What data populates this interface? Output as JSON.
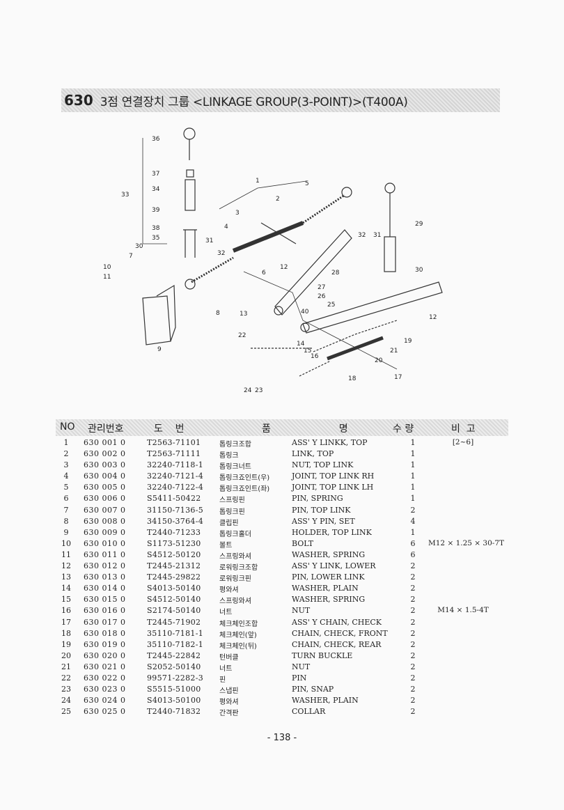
{
  "title": {
    "number": "630",
    "text": "3점 연결장치 그룹 <LINKAGE GROUP(3-POINT)>(T400A)"
  },
  "diagram_labels": [
    "36",
    "37",
    "34",
    "33",
    "39",
    "38",
    "35",
    "30",
    "31",
    "32",
    "7",
    "10",
    "11",
    "9",
    "8",
    "1",
    "2",
    "3",
    "4",
    "5",
    "6",
    "29",
    "32",
    "31",
    "30",
    "12",
    "28",
    "27",
    "26",
    "25",
    "12",
    "13",
    "40",
    "14",
    "15",
    "16",
    "19",
    "21",
    "20",
    "18",
    "17",
    "22",
    "24",
    "23"
  ],
  "table": {
    "headers": {
      "no": "NO",
      "mgmt": "관리번호",
      "drawing": "도    번",
      "name": "품                      명",
      "qty": "수 량",
      "remark": "비  고"
    },
    "rows": [
      {
        "no": "1",
        "mgmt": "630  001  0",
        "drawing": "T2563-71101",
        "kr": "톱링크조합",
        "en": "ASS' Y LINKK, TOP",
        "qty": "1",
        "remark": "[2~6]"
      },
      {
        "no": "2",
        "mgmt": "630  002  0",
        "drawing": "T2563-71111",
        "kr": "톱링크",
        "en": "LINK, TOP",
        "qty": "1",
        "remark": ""
      },
      {
        "no": "3",
        "mgmt": "630  003  0",
        "drawing": "32240-7118-1",
        "kr": "톱링크너트",
        "en": "NUT, TOP LINK",
        "qty": "1",
        "remark": ""
      },
      {
        "no": "4",
        "mgmt": "630  004  0",
        "drawing": "32240-7121-4",
        "kr": "톱링크죠인트(우)",
        "en": "JOINT, TOP LINK RH",
        "qty": "1",
        "remark": ""
      },
      {
        "no": "5",
        "mgmt": "630  005  0",
        "drawing": "32240-7122-4",
        "kr": "톱링크죠인트(좌)",
        "en": "JOINT, TOP LINK LH",
        "qty": "1",
        "remark": ""
      },
      {
        "no": "6",
        "mgmt": "630  006  0",
        "drawing": "S5411-50422",
        "kr": "스프링핀",
        "en": "PIN, SPRING",
        "qty": "1",
        "remark": ""
      },
      {
        "no": "7",
        "mgmt": "630  007  0",
        "drawing": "31150-7136-5",
        "kr": "톱링크핀",
        "en": "PIN, TOP LINK",
        "qty": "2",
        "remark": ""
      },
      {
        "no": "8",
        "mgmt": "630  008  0",
        "drawing": "34150-3764-4",
        "kr": "클립핀",
        "en": "ASS' Y PIN, SET",
        "qty": "4",
        "remark": ""
      },
      {
        "no": "9",
        "mgmt": "630  009  0",
        "drawing": "T2440-71233",
        "kr": "톱링크홀더",
        "en": "HOLDER, TOP LINK",
        "qty": "1",
        "remark": ""
      },
      {
        "no": "10",
        "mgmt": "630  010  0",
        "drawing": "S1173-51230",
        "kr": "볼트",
        "en": "BOLT",
        "qty": "6",
        "remark": "M12 × 1.25 × 30-7T"
      },
      {
        "no": "11",
        "mgmt": "630  011  0",
        "drawing": "S4512-50120",
        "kr": "스프링와셔",
        "en": "WASHER, SPRING",
        "qty": "6",
        "remark": ""
      },
      {
        "no": "12",
        "mgmt": "630  012  0",
        "drawing": "T2445-21312",
        "kr": "로워링크조합",
        "en": "ASS' Y LINK, LOWER",
        "qty": "2",
        "remark": ""
      },
      {
        "no": "13",
        "mgmt": "630  013  0",
        "drawing": "T2445-29822",
        "kr": "로워링크핀",
        "en": "PIN, LOWER LINK",
        "qty": "2",
        "remark": ""
      },
      {
        "no": "14",
        "mgmt": "630  014  0",
        "drawing": "S4013-50140",
        "kr": "평와셔",
        "en": "WASHER, PLAIN",
        "qty": "2",
        "remark": ""
      },
      {
        "no": "15",
        "mgmt": "630  015  0",
        "drawing": "S4512-50140",
        "kr": "스프링와셔",
        "en": "WASHER, SPRING",
        "qty": "2",
        "remark": ""
      },
      {
        "no": "16",
        "mgmt": "630  016  0",
        "drawing": "S2174-50140",
        "kr": "너트",
        "en": "NUT",
        "qty": "2",
        "remark": "M14 × 1.5-4T"
      },
      {
        "no": "17",
        "mgmt": "630  017  0",
        "drawing": "T2445-71902",
        "kr": "체크체인조합",
        "en": "ASS' Y CHAIN, CHECK",
        "qty": "2",
        "remark": ""
      },
      {
        "no": "18",
        "mgmt": "630  018  0",
        "drawing": "35110-7181-1",
        "kr": "체크체인(앞)",
        "en": "CHAIN, CHECK, FRONT",
        "qty": "2",
        "remark": ""
      },
      {
        "no": "19",
        "mgmt": "630  019  0",
        "drawing": "35110-7182-1",
        "kr": "체크체인(뒤)",
        "en": "CHAIN, CHECK, REAR",
        "qty": "2",
        "remark": ""
      },
      {
        "no": "20",
        "mgmt": "630  020  0",
        "drawing": "T2445-22842",
        "kr": "턴버클",
        "en": "TURN BUCKLE",
        "qty": "2",
        "remark": ""
      },
      {
        "no": "21",
        "mgmt": "630  021  0",
        "drawing": "S2052-50140",
        "kr": "너트",
        "en": "NUT",
        "qty": "2",
        "remark": ""
      },
      {
        "no": "22",
        "mgmt": "630  022  0",
        "drawing": "99571-2282-3",
        "kr": "핀",
        "en": "PIN",
        "qty": "2",
        "remark": ""
      },
      {
        "no": "23",
        "mgmt": "630  023  0",
        "drawing": "S5515-51000",
        "kr": "스냅핀",
        "en": "PIN, SNAP",
        "qty": "2",
        "remark": ""
      },
      {
        "no": "24",
        "mgmt": "630  024  0",
        "drawing": "S4013-50100",
        "kr": "평와셔",
        "en": "WASHER, PLAIN",
        "qty": "2",
        "remark": ""
      },
      {
        "no": "25",
        "mgmt": "630  025  0",
        "drawing": "T2440-71832",
        "kr": "간격판",
        "en": "COLLAR",
        "qty": "2",
        "remark": ""
      }
    ]
  },
  "page_number": "- 138 -"
}
